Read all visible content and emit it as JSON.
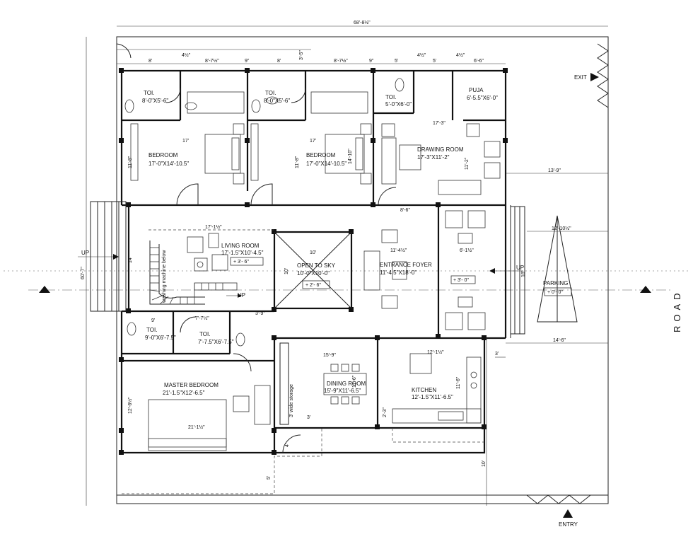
{
  "rooms": {
    "toi1": {
      "name": "TOI.",
      "size": "8'-0\"X5'-6\""
    },
    "toi2": {
      "name": "TOI.",
      "size": "8'-0\"X5'-6\""
    },
    "toi3": {
      "name": "TOI.",
      "size": "5'-0\"X6'-0\""
    },
    "puja": {
      "name": "PUJA",
      "size": "6'-5.5\"X6'-0\""
    },
    "bed1": {
      "name": "BEDROOM",
      "size": "17'-0\"X14'-10.5\""
    },
    "bed2": {
      "name": "BEDROOM",
      "size": "17'-0\"X14'-10.5\""
    },
    "drawing": {
      "name": "DRAWING ROOM",
      "size": "17'-3\"X11'-2\""
    },
    "living": {
      "name": "LIVING ROOM",
      "size": "17'-1.5\"X10'-4.5\""
    },
    "sky": {
      "name": "OPEN TO SKY",
      "size": "10'-0\"X10'-0\""
    },
    "foyer": {
      "name": "ENTRANCE FOYER",
      "size": "11'-4.5\"X18'-0\""
    },
    "toi4": {
      "name": "TOI.",
      "size": "9'-0\"X6'-7.5\""
    },
    "toi5": {
      "name": "TOI.",
      "size": "7'-7.5\"X6'-7.5\""
    },
    "master": {
      "name": "MASTER BEDROOM",
      "size": "21'-1.5\"X12'-6.5\""
    },
    "dining": {
      "name": "DINING ROOM",
      "size": "15'-9\"X11'-6.5\""
    },
    "kitchen": {
      "name": "KITCHEN",
      "size": "12'-1.5\"X11'-6.5\""
    },
    "parking": {
      "name": "PARKING"
    }
  },
  "levels": {
    "living": "+ 3'- 6\"",
    "sky": "+ 2'- 6\"",
    "foyer": "+ 3'- 0\"",
    "parking": "+ 0'- 0\""
  },
  "labels": {
    "exit": "EXIT",
    "entry": "ENTRY",
    "road": "ROAD",
    "up_left": "UP",
    "up_stair": "UP",
    "up_right": "UP",
    "washing": "washing machine below",
    "storage": "3' wide storage"
  },
  "dims": {
    "top_overall": "68'-8½\"",
    "left_overall": "60'-7\"",
    "t1": "8'",
    "t2": "4½\"",
    "t3": "8'-7½\"",
    "t4": "9\"",
    "t5": "3'-5\"",
    "t6": "8'",
    "t7": "8'-7½\"",
    "t8": "9\"",
    "t9": "5'",
    "t10": "4½\"",
    "t11": "5'",
    "t12": "4½\"",
    "t13": "6'-6\"",
    "bed1_w": "17'",
    "bed2_w": "17'",
    "bed_h": "11'-8\"",
    "bed2_h": "14'-10\"",
    "drawing_w": "17'-3\"",
    "drawing_h": "11'-2\"",
    "r13_9": "13'-9\"",
    "living_w": "17'-1½\"",
    "living_h": "14'",
    "stair_h": "3'-9\"",
    "sky_w": "10'",
    "sky_h": "10'",
    "foyer_w": "11'-4½\"",
    "foyer_w2": "8'-6\"",
    "foyer_h": "18'",
    "right_h": "12'-10½\"",
    "r6_1": "6'-1½\"",
    "toi4_w": "9'",
    "toi5_w": "7'-7½\"",
    "dining_w": "15'-9\"",
    "kitchen_w": "12'-1½\"",
    "kitchen_h": "11'-6\"",
    "r14_6": "14'-6\"",
    "master_w": "21'-1½\"",
    "master_h": "12'-6½\"",
    "dining_h": "11'-6\"",
    "bottom_3": "3'",
    "bottom_4": "4'",
    "bottom_10": "10'",
    "bottom_5": "5'",
    "r2_3": "2'-3\"",
    "r3": "3'"
  }
}
